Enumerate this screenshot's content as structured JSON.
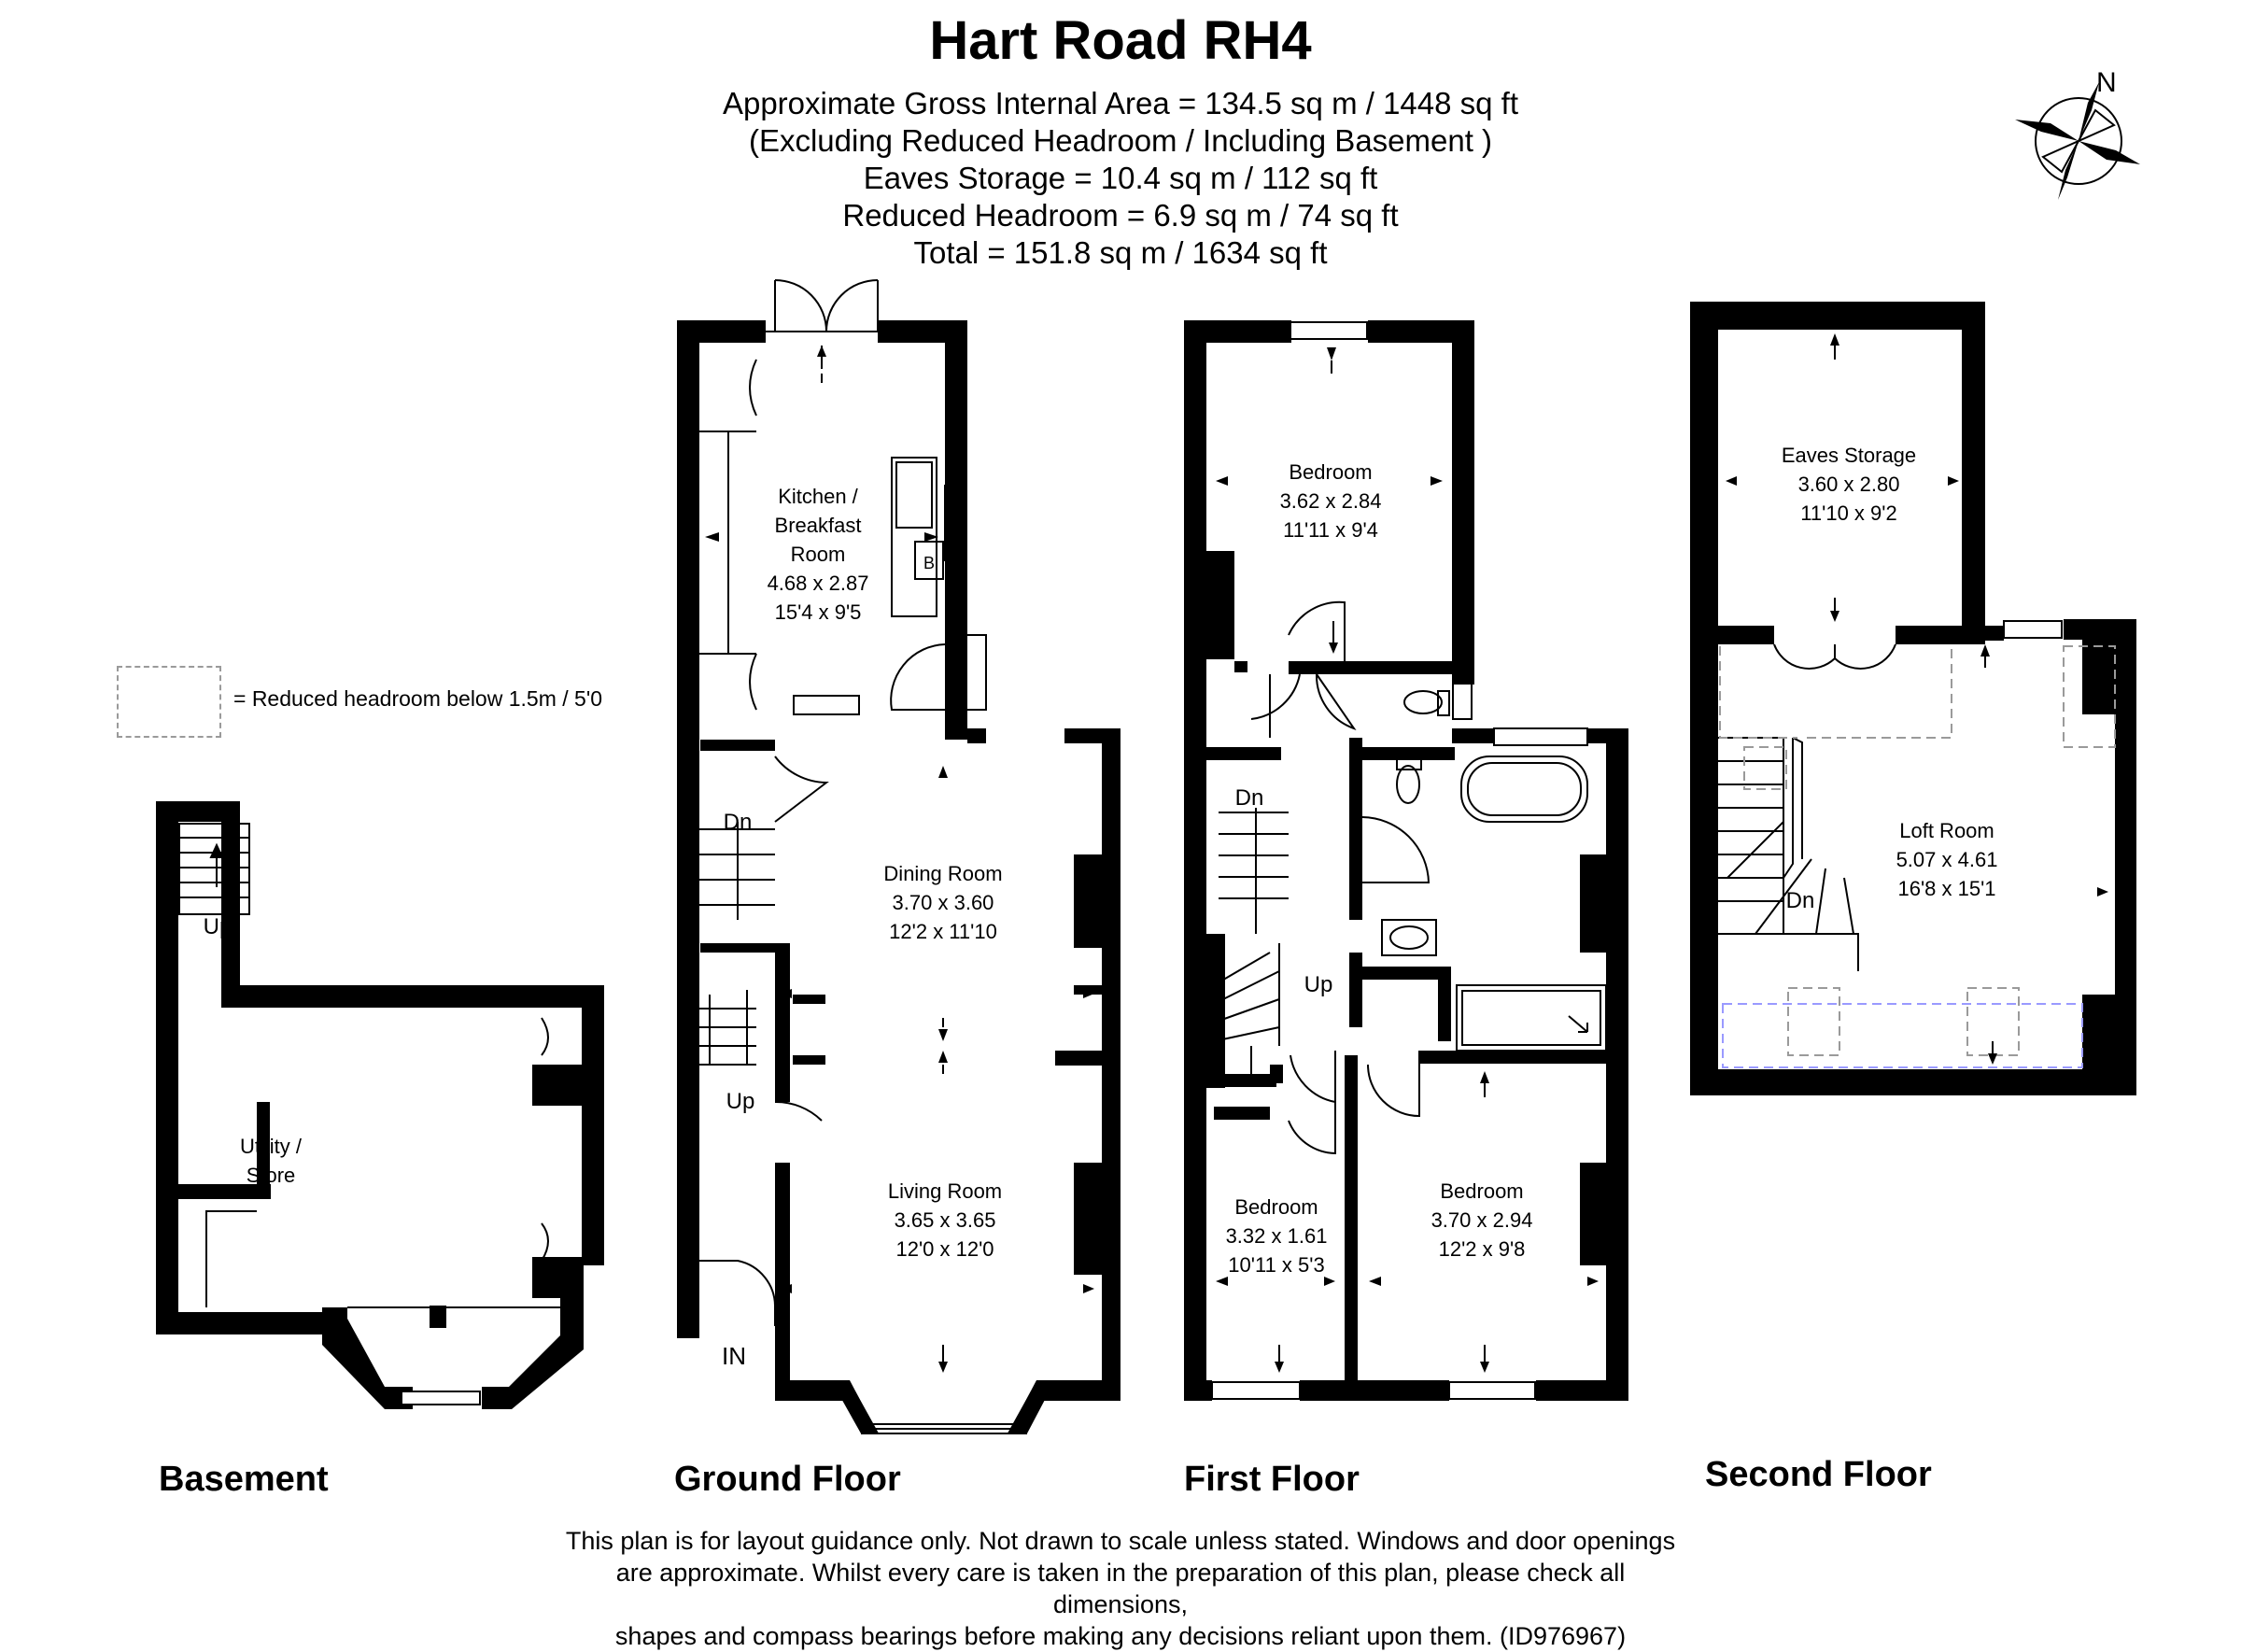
{
  "header": {
    "title": "Hart Road RH4",
    "lines": [
      "Approximate Gross Internal Area = 134.5 sq m / 1448 sq ft",
      "(Excluding Reduced Headroom / Including Basement )",
      "Eaves Storage = 10.4 sq m / 112 sq ft",
      "Reduced Headroom = 6.9 sq m / 74 sq ft",
      "Total = 151.8 sq m / 1634 sq ft"
    ]
  },
  "compass": {
    "label": "N",
    "icon": "compass-rose-icon"
  },
  "legend": {
    "text": "= Reduced headroom below 1.5m / 5'0"
  },
  "floors": {
    "basement": {
      "label": "Basement",
      "rooms": [
        {
          "lines": [
            "Utility /",
            "Store"
          ]
        }
      ],
      "stair": "Up"
    },
    "ground": {
      "label": "Ground Floor",
      "rooms": [
        {
          "lines": [
            "Kitchen /",
            "Breakfast",
            "Room",
            "4.68 x 2.87",
            "15'4 x 9'5"
          ]
        },
        {
          "lines": [
            "Dining Room",
            "3.70 x 3.60",
            "12'2 x 11'10"
          ]
        },
        {
          "lines": [
            "Living Room",
            "3.65 x 3.65",
            "12'0 x 12'0"
          ]
        }
      ],
      "boiler": "B",
      "stair_down": "Dn",
      "stair_up": "Up",
      "entrance": "IN"
    },
    "first": {
      "label": "First Floor",
      "rooms": [
        {
          "lines": [
            "Bedroom",
            "3.62 x 2.84",
            "11'11 x 9'4"
          ]
        },
        {
          "lines": [
            "Bedroom",
            "3.32 x 1.61",
            "10'11 x 5'3"
          ]
        },
        {
          "lines": [
            "Bedroom",
            "3.70 x 2.94",
            "12'2 x 9'8"
          ]
        }
      ],
      "stair_down": "Dn",
      "stair_up": "Up"
    },
    "second": {
      "label": "Second Floor",
      "rooms": [
        {
          "lines": [
            "Eaves Storage",
            "3.60 x 2.80",
            "11'10 x 9'2"
          ]
        },
        {
          "lines": [
            "Loft Room",
            "5.07 x 4.61",
            "16'8 x 15'1"
          ]
        }
      ],
      "stair_down": "Dn"
    }
  },
  "disclaimer": [
    "This plan is for layout guidance only. Not drawn to scale unless stated. Windows and door openings",
    "are approximate. Whilst every care is taken in the preparation of this plan, please check all dimensions,",
    "shapes and compass bearings before making any decisions reliant upon them. (ID976967)"
  ],
  "colors": {
    "wall": "#000000",
    "headroom_dash": "#9a9aff",
    "legend_dash": "#9a9a9a"
  }
}
